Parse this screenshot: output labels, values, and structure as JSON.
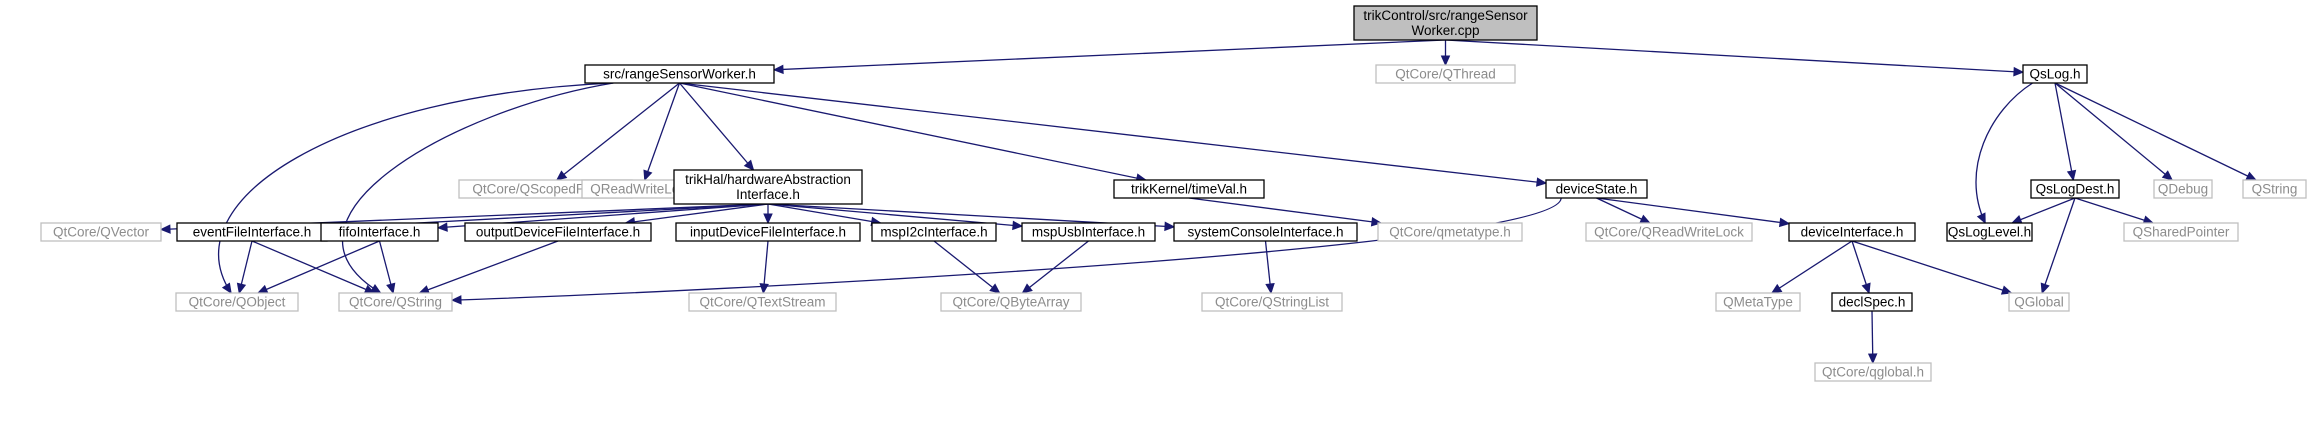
{
  "nodes": [
    {
      "id": "root",
      "label": [
        "trikControl/src/rangeSensor",
        "Worker.cpp"
      ],
      "kind": "root"
    },
    {
      "id": "rsw",
      "label": [
        "src/rangeSensorWorker.h"
      ],
      "kind": "file"
    },
    {
      "id": "qthread",
      "label": [
        "QtCore/QThread"
      ],
      "kind": "external"
    },
    {
      "id": "qslog",
      "label": [
        "QsLog.h"
      ],
      "kind": "file"
    },
    {
      "id": "qscopedptr",
      "label": [
        "QtCore/QScopedPointer"
      ],
      "kind": "external"
    },
    {
      "id": "qrwlock",
      "label": [
        "QReadWriteLock"
      ],
      "kind": "external"
    },
    {
      "id": "hal",
      "label": [
        "trikHal/hardwareAbstraction",
        "Interface.h"
      ],
      "kind": "file"
    },
    {
      "id": "timeval",
      "label": [
        "trikKernel/timeVal.h"
      ],
      "kind": "file"
    },
    {
      "id": "devstate",
      "label": [
        "deviceState.h"
      ],
      "kind": "file"
    },
    {
      "id": "qslogdest",
      "label": [
        "QsLogDest.h"
      ],
      "kind": "file"
    },
    {
      "id": "qdebug",
      "label": [
        "QDebug"
      ],
      "kind": "external"
    },
    {
      "id": "qstring_r",
      "label": [
        "QString"
      ],
      "kind": "external"
    },
    {
      "id": "qvector",
      "label": [
        "QtCore/QVector"
      ],
      "kind": "external"
    },
    {
      "id": "eventfile",
      "label": [
        "eventFileInterface.h"
      ],
      "kind": "file"
    },
    {
      "id": "fifo",
      "label": [
        "fifoInterface.h"
      ],
      "kind": "file"
    },
    {
      "id": "outdev",
      "label": [
        "outputDeviceFileInterface.h"
      ],
      "kind": "file"
    },
    {
      "id": "indev",
      "label": [
        "inputDeviceFileInterface.h"
      ],
      "kind": "file"
    },
    {
      "id": "mspi2c",
      "label": [
        "mspI2cInterface.h"
      ],
      "kind": "file"
    },
    {
      "id": "mspusb",
      "label": [
        "mspUsbInterface.h"
      ],
      "kind": "file"
    },
    {
      "id": "syscon",
      "label": [
        "systemConsoleInterface.h"
      ],
      "kind": "file"
    },
    {
      "id": "qmetatype_h",
      "label": [
        "QtCore/qmetatype.h"
      ],
      "kind": "external"
    },
    {
      "id": "qrwlock2",
      "label": [
        "QtCore/QReadWriteLock"
      ],
      "kind": "external"
    },
    {
      "id": "devif",
      "label": [
        "deviceInterface.h"
      ],
      "kind": "file"
    },
    {
      "id": "qsloglevel",
      "label": [
        "QsLogLevel.h"
      ],
      "kind": "file"
    },
    {
      "id": "qsharedptr",
      "label": [
        "QSharedPointer"
      ],
      "kind": "external"
    },
    {
      "id": "qobject",
      "label": [
        "QtCore/QObject"
      ],
      "kind": "external"
    },
    {
      "id": "qstring",
      "label": [
        "QtCore/QString"
      ],
      "kind": "external"
    },
    {
      "id": "qtextstream",
      "label": [
        "QtCore/QTextStream"
      ],
      "kind": "external"
    },
    {
      "id": "qbytearray",
      "label": [
        "QtCore/QByteArray"
      ],
      "kind": "external"
    },
    {
      "id": "qstringlist",
      "label": [
        "QtCore/QStringList"
      ],
      "kind": "external"
    },
    {
      "id": "qmetatype",
      "label": [
        "QMetaType"
      ],
      "kind": "external"
    },
    {
      "id": "declspec",
      "label": [
        "declSpec.h"
      ],
      "kind": "file"
    },
    {
      "id": "qglobal",
      "label": [
        "QGlobal"
      ],
      "kind": "external"
    },
    {
      "id": "qglobal_h",
      "label": [
        "QtCore/qglobal.h"
      ],
      "kind": "external"
    }
  ],
  "edges": [
    [
      "root",
      "rsw"
    ],
    [
      "root",
      "qthread"
    ],
    [
      "root",
      "qslog"
    ],
    [
      "rsw",
      "qobject"
    ],
    [
      "rsw",
      "qstring"
    ],
    [
      "rsw",
      "qscopedptr"
    ],
    [
      "rsw",
      "qrwlock"
    ],
    [
      "rsw",
      "hal"
    ],
    [
      "rsw",
      "timeval"
    ],
    [
      "rsw",
      "devstate"
    ],
    [
      "hal",
      "qvector"
    ],
    [
      "hal",
      "eventfile"
    ],
    [
      "hal",
      "fifo"
    ],
    [
      "hal",
      "outdev"
    ],
    [
      "hal",
      "indev"
    ],
    [
      "hal",
      "mspi2c"
    ],
    [
      "hal",
      "mspusb"
    ],
    [
      "hal",
      "syscon"
    ],
    [
      "eventfile",
      "qobject"
    ],
    [
      "eventfile",
      "qstring"
    ],
    [
      "fifo",
      "qobject"
    ],
    [
      "fifo",
      "qstring"
    ],
    [
      "outdev",
      "qstring"
    ],
    [
      "indev",
      "qtextstream"
    ],
    [
      "mspi2c",
      "qbytearray"
    ],
    [
      "mspusb",
      "qbytearray"
    ],
    [
      "syscon",
      "qstringlist"
    ],
    [
      "timeval",
      "qmetatype_h"
    ],
    [
      "devstate",
      "qstring"
    ],
    [
      "devstate",
      "qrwlock2"
    ],
    [
      "devstate",
      "devif"
    ],
    [
      "devif",
      "qmetatype"
    ],
    [
      "devif",
      "declspec"
    ],
    [
      "devif",
      "qglobal"
    ],
    [
      "declspec",
      "qglobal_h"
    ],
    [
      "qslog",
      "qsloglevel"
    ],
    [
      "qslog",
      "qslogdest"
    ],
    [
      "qslog",
      "qdebug"
    ],
    [
      "qslog",
      "qstring_r"
    ],
    [
      "qslogdest",
      "qsloglevel"
    ],
    [
      "qslogdest",
      "qsharedptr"
    ],
    [
      "qslogdest",
      "qglobal"
    ]
  ],
  "colors": {
    "edge": "#191970",
    "root_fill": "#bfbfbf",
    "file_stroke": "#000000",
    "file_text": "#000000",
    "external_stroke": "#bfbfbf",
    "external_text": "#8c8c8c"
  }
}
